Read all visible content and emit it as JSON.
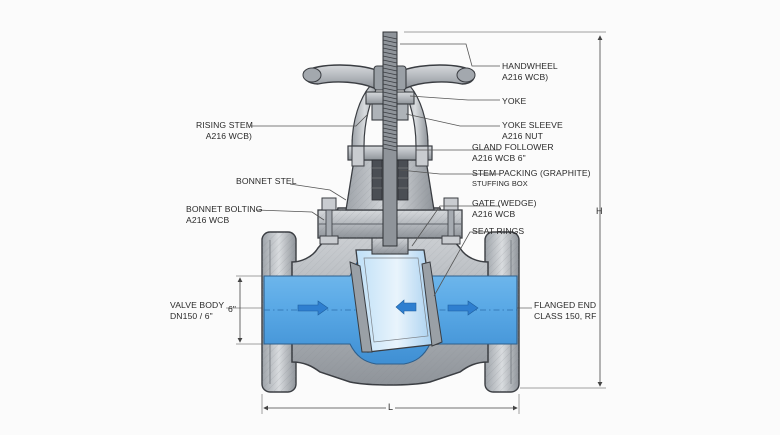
{
  "colors": {
    "metal": "#b9bdc2",
    "metal_dark": "#8d9298",
    "metal_light": "#dfe2e5",
    "outline": "#3a3d42",
    "flow": "#5aa9e6",
    "flow_dark": "#3b86c8",
    "arrow": "#2f7fd0",
    "leader": "#555555"
  },
  "labels": {
    "handwheel": {
      "line1": "HANDWHEEL",
      "line2": "A216 WCB)"
    },
    "yoke": {
      "line1": "YOKE"
    },
    "rising_stem": {
      "line1": "RISING STEM",
      "line2": "A216 WCB)"
    },
    "yoke_sleeve": {
      "line1": "YOKE SLEEVE",
      "line2": "A216 NUT"
    },
    "gland_follower": {
      "line1": "GLAND FOLLOWER",
      "line2": "A216 WCB 6\""
    },
    "stem_packing": {
      "line1": "STEM PACKING (GRAPHITE)",
      "line2": "STUFFING BOX"
    },
    "bonnet_stel": {
      "line1": "BONNET STEL"
    },
    "bonnet_bolting": {
      "line1": "BONNET BOLTING",
      "line2": "A216 WCB"
    },
    "gate_wedge": {
      "line1": "GATE (WEDGE)",
      "line2": "A216 WCB"
    },
    "seat_rings": {
      "line1": "SEAT RINGS"
    },
    "valve_body": {
      "line1": "VALVE BODY",
      "line2": "DN150 / 6\""
    },
    "flanged_end": {
      "line1": "FLANGED END",
      "line2": "CLASS 150, RF"
    }
  },
  "dimensions": {
    "bore": "6\"",
    "height": "H",
    "length": "L"
  }
}
